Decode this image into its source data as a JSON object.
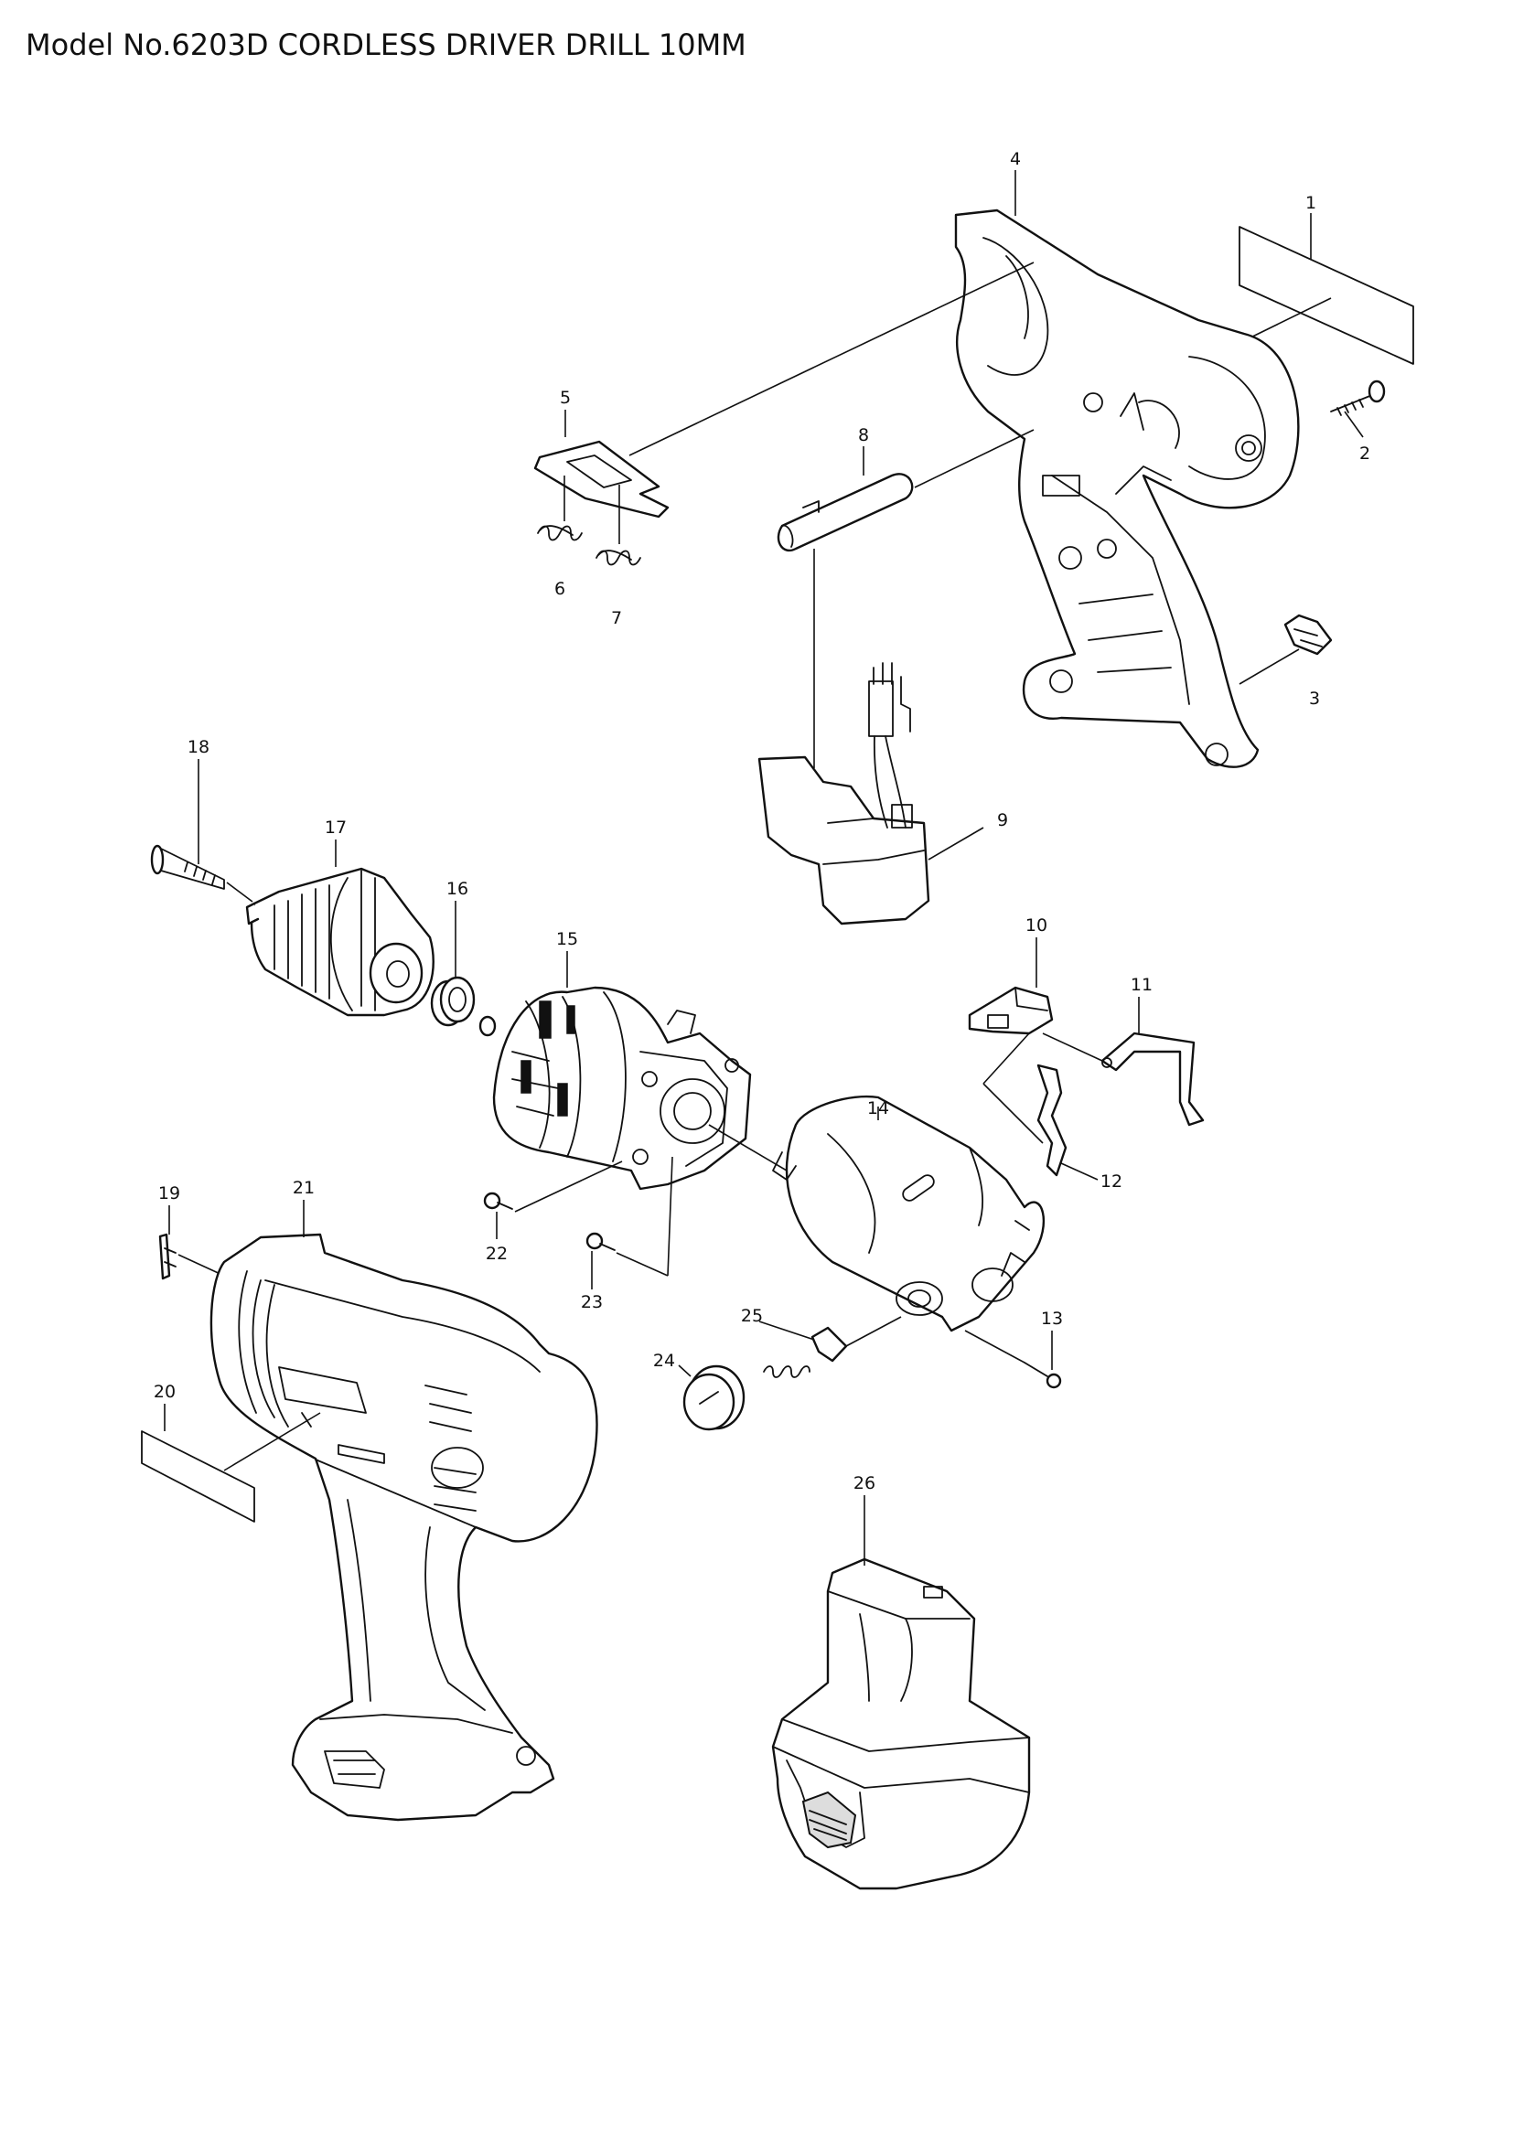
{
  "title": "Model No.6203D CORDLESS DRIVER DRILL 10MM",
  "callouts": {
    "c1": "1",
    "c2": "2",
    "c3": "3",
    "c4": "4",
    "c5": "5",
    "c6": "6",
    "c7": "7",
    "c8": "8",
    "c9": "9",
    "c10": "10",
    "c11": "11",
    "c12": "12",
    "c13": "13",
    "c14": "14",
    "c15": "15",
    "c16": "16",
    "c17": "17",
    "c18": "18",
    "c19": "19",
    "c20": "20",
    "c21": "21",
    "c22": "22",
    "c23": "23",
    "c24": "24",
    "c25": "25",
    "c26": "26"
  }
}
